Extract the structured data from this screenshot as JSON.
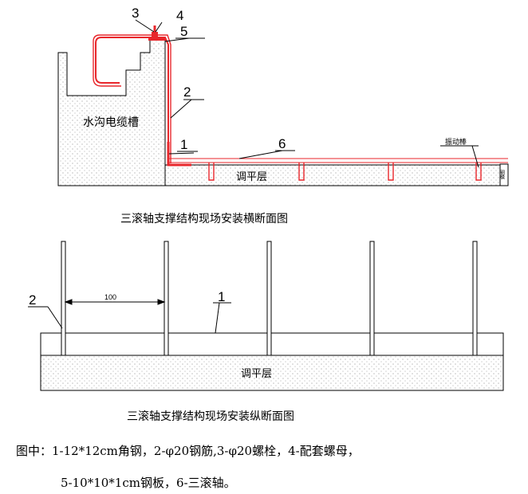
{
  "top_figure": {
    "callouts": [
      "1",
      "2",
      "3",
      "4",
      "5",
      "6"
    ],
    "trench_label": "水沟电缆槽",
    "layer_label": "调平层",
    "vibrator_label": "振动棒",
    "endplate_label": "钢模",
    "caption": "三滚轴支撑结构现场安装横断面图"
  },
  "bottom_figure": {
    "callout_left": "2",
    "callout_right": "1",
    "dimension_label": "100",
    "layer_label": "调平层",
    "caption": "三滚轴支撑结构现场安装纵断面图"
  },
  "legend": {
    "line1": "图中：1-12*12cm角钢，2-φ20钢筋,3-φ20螺栓，4-配套螺母，",
    "line2": "5-10*10*1cm钢板，6-三滚轴。"
  },
  "colors": {
    "red": "#e8262b",
    "line": "#000000",
    "stipple": "#bdbdbd"
  }
}
